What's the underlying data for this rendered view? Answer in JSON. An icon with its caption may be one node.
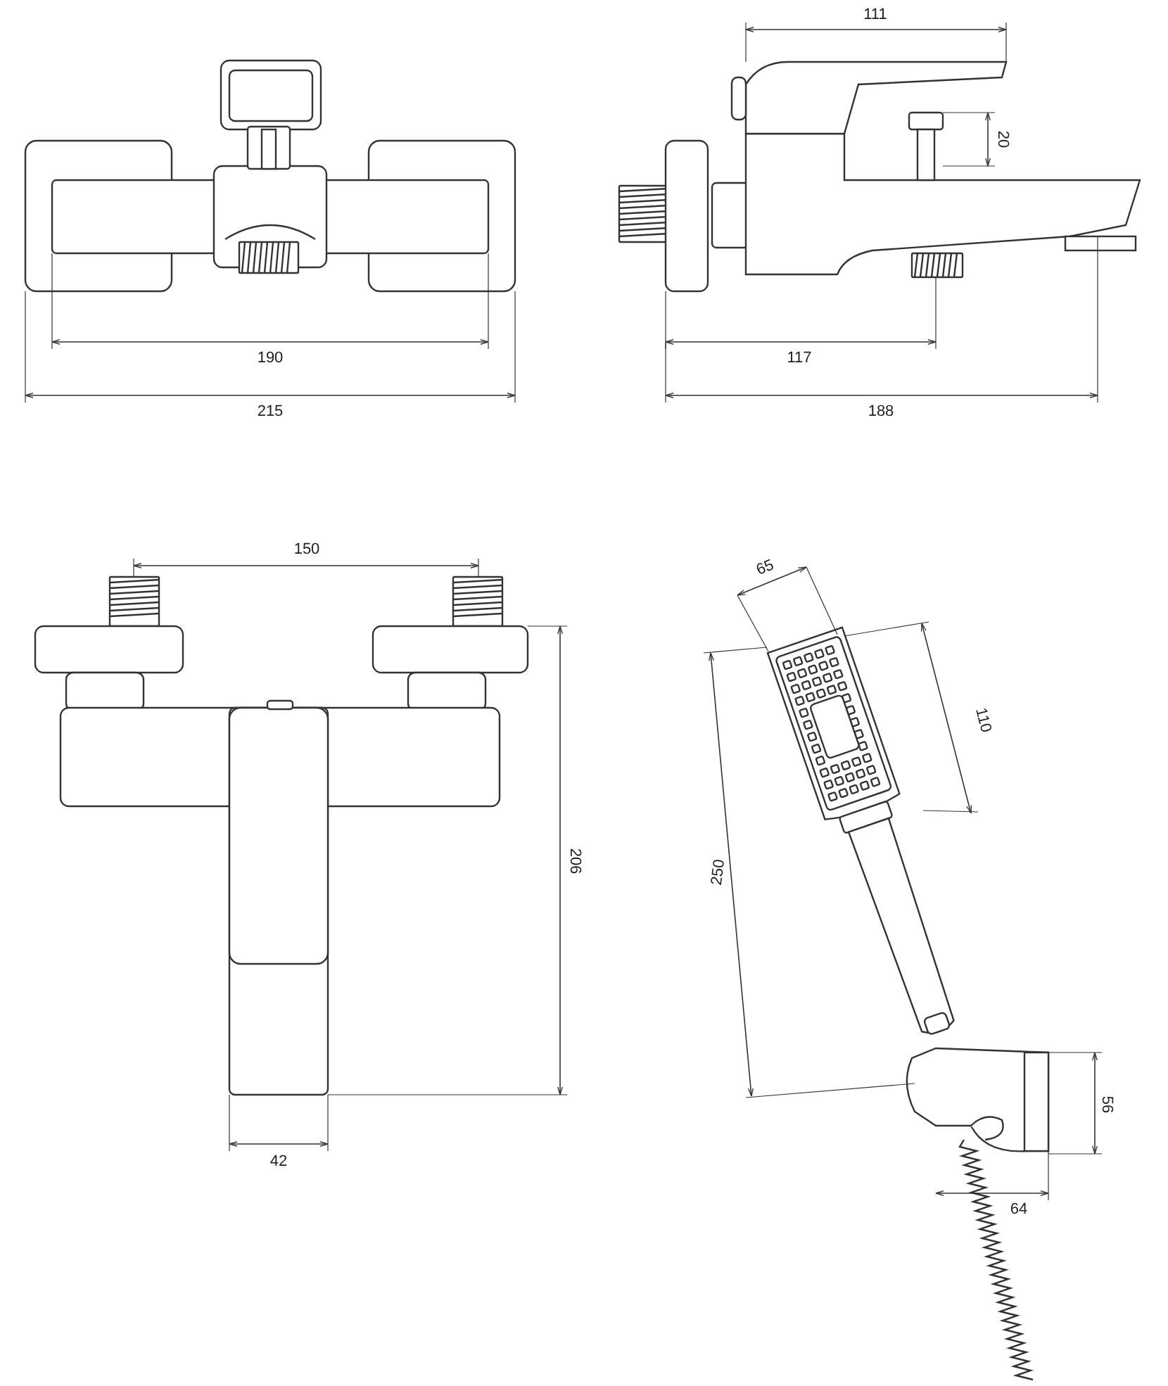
{
  "diagram": {
    "labels": [
      "190",
      "215",
      "111",
      "20",
      "117",
      "188",
      "150",
      "206",
      "42",
      "65",
      "110",
      "250",
      "56",
      "64"
    ]
  }
}
